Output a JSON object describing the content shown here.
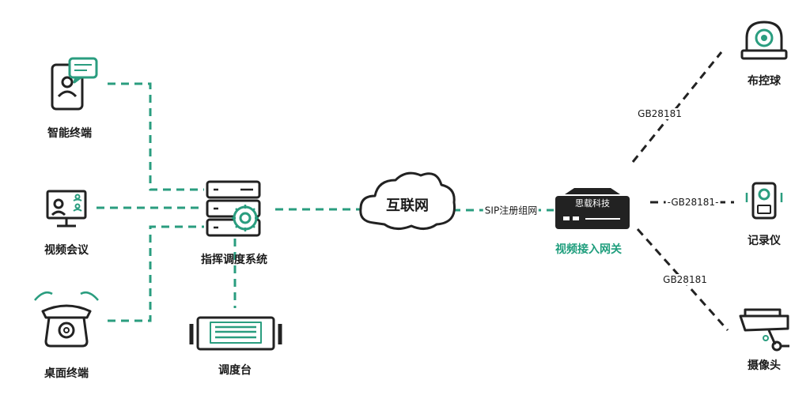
{
  "colors": {
    "accent": "#1f9e7d",
    "dark": "#222222",
    "line": "#2a9d7f"
  },
  "nodes": {
    "smart_terminal": {
      "label": "智能终端",
      "icon": "phone-chat-icon"
    },
    "video_conference": {
      "label": "视频会议",
      "icon": "monitor-conference-icon"
    },
    "desktop_terminal": {
      "label": "桌面终端",
      "icon": "desk-phone-icon"
    },
    "dispatch_system": {
      "label": "指挥调度系统",
      "icon": "server-gear-icon"
    },
    "dispatch_console": {
      "label": "调度台",
      "icon": "console-keyboard-icon"
    },
    "internet": {
      "label": "互联网",
      "icon": "cloud-icon"
    },
    "gateway": {
      "label": "视频接入网关",
      "brand": "思载科技",
      "icon": "gateway-device-icon"
    },
    "ptz_camera": {
      "label": "布控球",
      "icon": "dome-camera-icon"
    },
    "recorder": {
      "label": "记录仪",
      "icon": "body-recorder-icon"
    },
    "camera": {
      "label": "摄像头",
      "icon": "bullet-camera-icon"
    }
  },
  "edges": {
    "sip": "SIP注册组网",
    "gb_top": "GB28181",
    "gb_mid": "-GB28181-",
    "gb_bottom": "GB28181"
  }
}
